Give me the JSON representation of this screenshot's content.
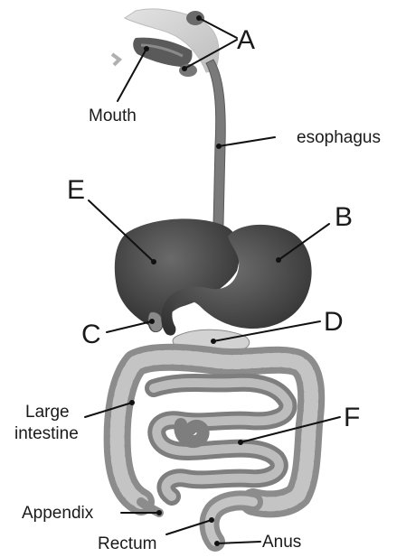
{
  "labels": {
    "A": "A",
    "B": "B",
    "C": "C",
    "D": "D",
    "E": "E",
    "F": "F",
    "mouth": "Mouth",
    "esophagus": "esophagus",
    "large_intestine_line1": "Large",
    "large_intestine_line2": "intestine",
    "appendix": "Appendix",
    "rectum": "Rectum",
    "anus": "Anus"
  },
  "colors": {
    "organ_dark": "#3c3c3c",
    "organ_mid": "#6e6e6e",
    "organ_light": "#a9a9a9",
    "intestine": "#9a9a9a",
    "label_line": "#111111"
  }
}
